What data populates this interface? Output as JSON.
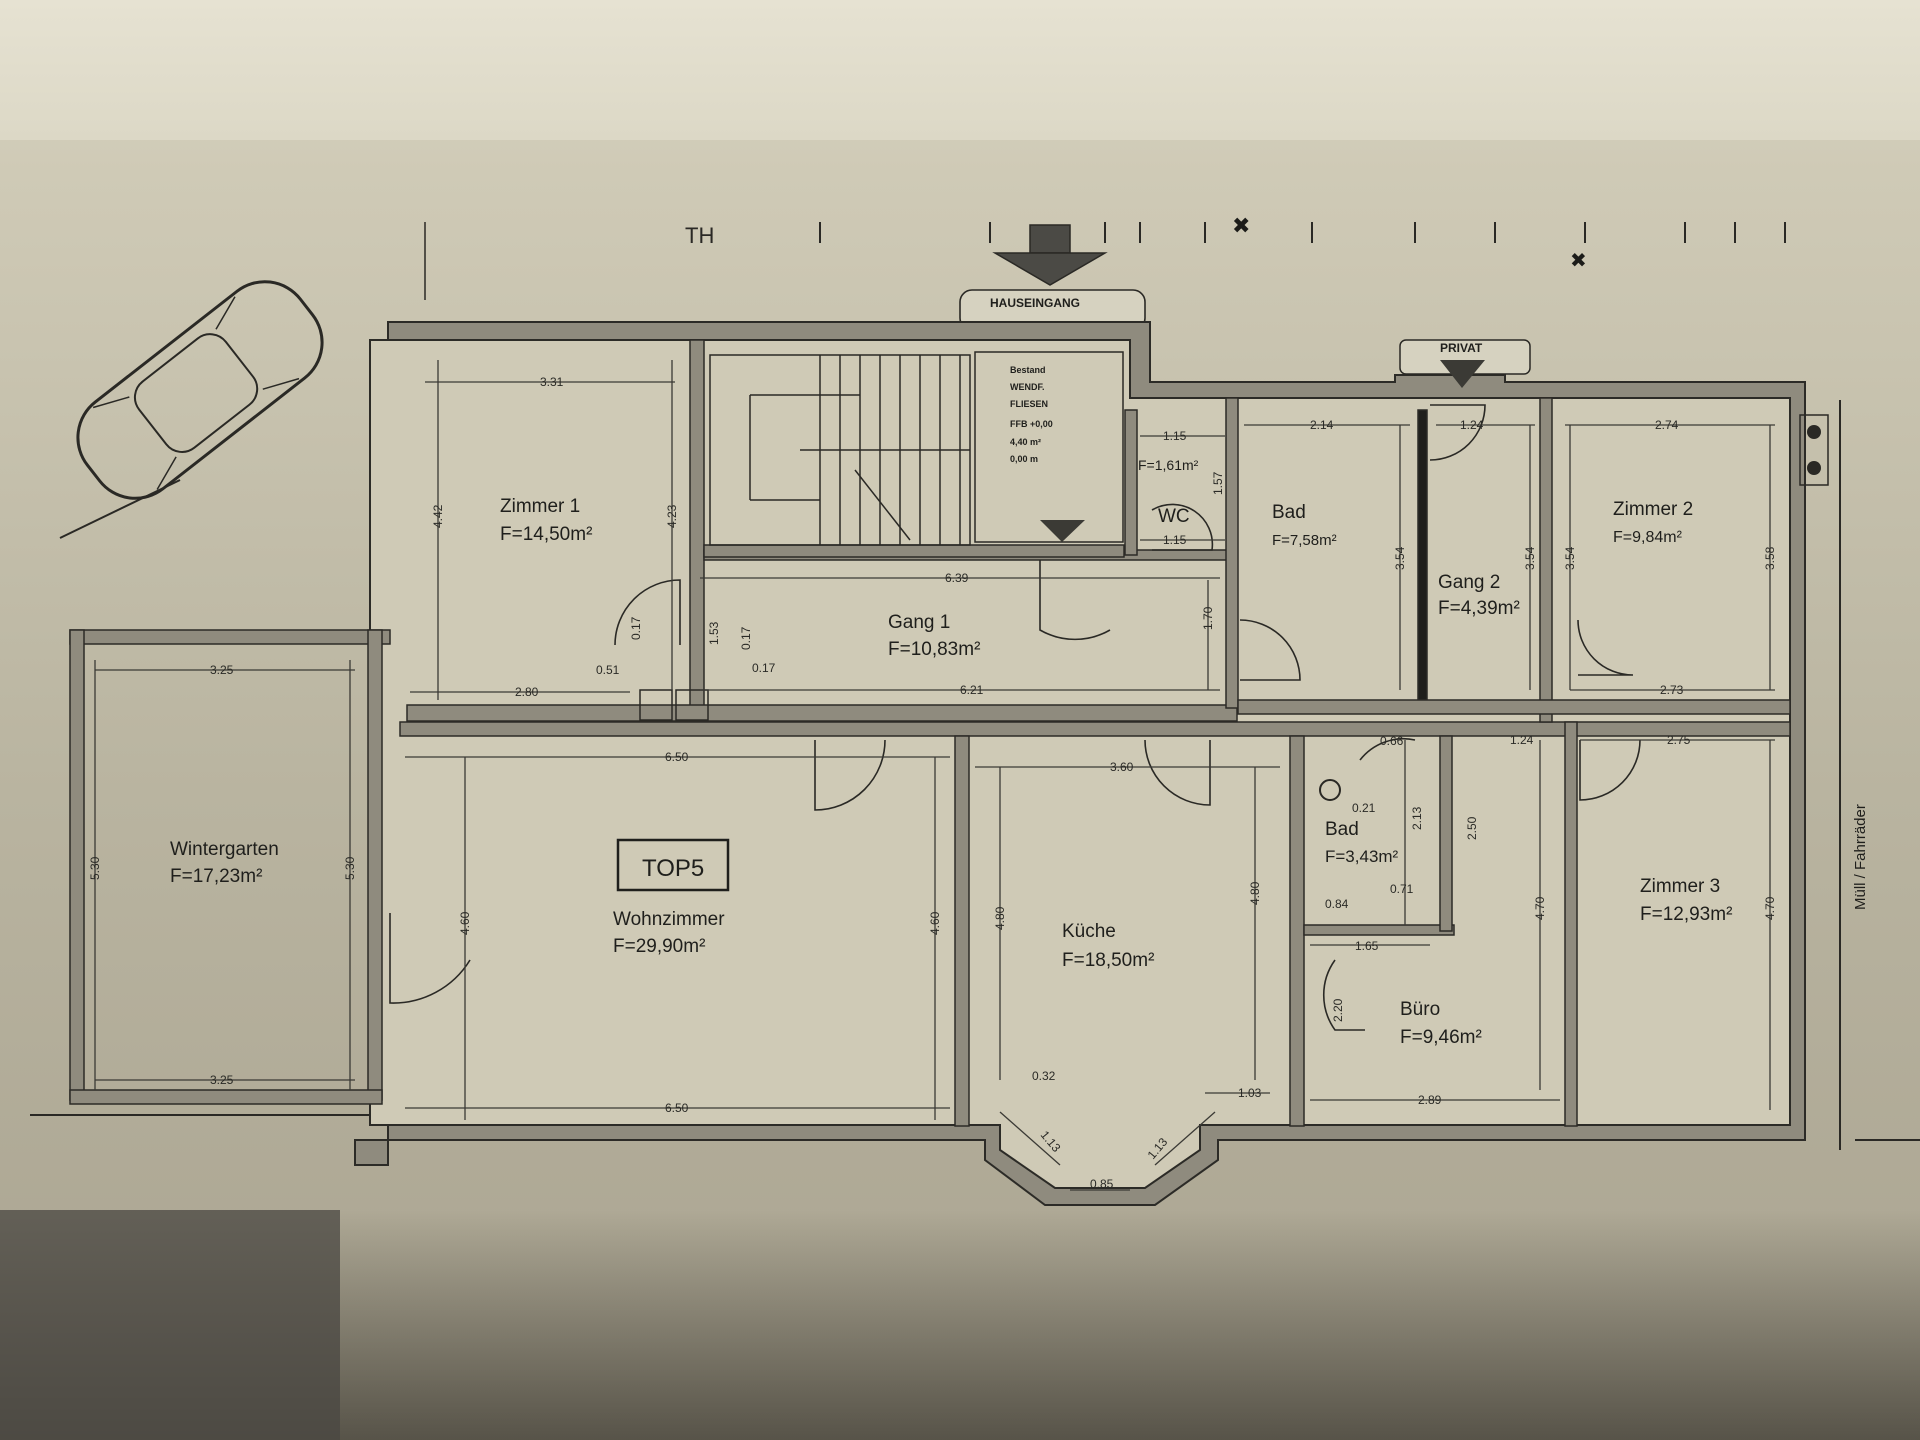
{
  "plan": {
    "unit_label": "TOP5",
    "entrance_label": "HAUSEINGANG",
    "private_label": "PRIVAT",
    "side_label": "Müll / Fahrräder",
    "axis_marks": "TH",
    "stair_info": [
      "Bestand",
      "WENDF.",
      "FLIESEN",
      "FFB +0,00",
      "4,40 m²",
      "0,00 m"
    ],
    "rooms": [
      {
        "name": "Zimmer 1",
        "area": "F=14,50m²"
      },
      {
        "name": "Gang 1",
        "area": "F=10,83m²"
      },
      {
        "name": "WC",
        "area": "F=1,61m²"
      },
      {
        "name": "Bad",
        "area": "F=7,58m²"
      },
      {
        "name": "Gang 2",
        "area": "F=4,39m²"
      },
      {
        "name": "Zimmer 2",
        "area": "F=9,84m²"
      },
      {
        "name": "Wintergarten",
        "area": "F=17,23m²"
      },
      {
        "name": "Wohnzimmer",
        "area": "F=29,90m²"
      },
      {
        "name": "Küche",
        "area": "F=18,50m²"
      },
      {
        "name": "Bad",
        "area": "F=3,43m²"
      },
      {
        "name": "Büro",
        "area": "F=9,46m²"
      },
      {
        "name": "Zimmer 3",
        "area": "F=12,93m²"
      }
    ],
    "dimensions": {
      "z1_w": "3.31",
      "z1_h": "4.42",
      "z1_h2": "4.23",
      "z1_bottom": "2.80",
      "gang1_w": "6.39",
      "gang1_bottom": "6.21",
      "gang1_h": "1.70",
      "wc_top": "1.15",
      "wc_bottom": "1.15",
      "wc_h": "1.57",
      "bad_w": "2.14",
      "bad_h": "3.54",
      "gang2_w": "1.24",
      "gang2_h": "3.54",
      "z2_w": "2.74",
      "z2_h": "3.54",
      "z2_h2": "3.58",
      "z2_bottom": "2.73",
      "wg_w": "3.25",
      "wg_h": "5.30",
      "wg_h2": "5.30",
      "wg_bottom": "3.25",
      "wz_w": "6.50",
      "wz_h": "4.60",
      "wz_h2": "4.60",
      "wz_bottom": "6.50",
      "k_w": "3.60",
      "k_h": "4.80",
      "k_h2": "4.80",
      "k_small": "0.32",
      "k_diag1": "1.13",
      "k_diag2": "1.13",
      "k_bay": "0.85",
      "k_right": "1.03",
      "bad2_w": "0.66",
      "bad2_a": "0.21",
      "bad2_h": "2.13",
      "bad2_b": "0.71",
      "bad2_c": "0.84",
      "bad2_d": "1.65",
      "buero_w": "2.89",
      "buero_h": "2.20",
      "buero_h2": "2.50",
      "buero_top": "1.24",
      "buero_right": "4.70",
      "z3_w": "2.75",
      "z3_h": "4.70",
      "g_a": "0.51",
      "g_b": "0.17",
      "g_c": "1.53",
      "g_d": "0.17",
      "g_e": "0.17"
    }
  }
}
